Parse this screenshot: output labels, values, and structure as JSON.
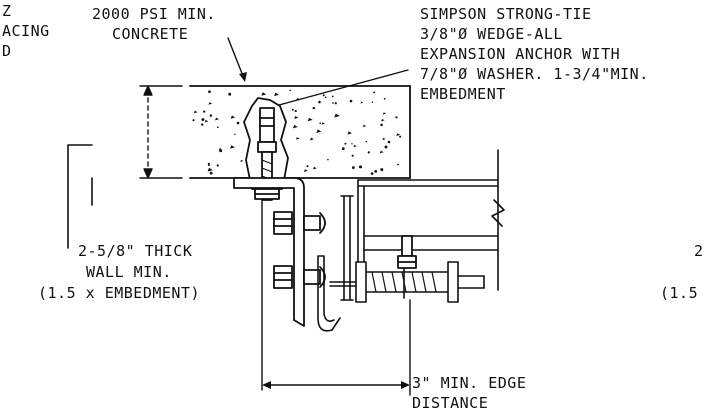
{
  "labels": {
    "left_top": [
      "Z",
      "ACING",
      "D"
    ],
    "concrete": [
      "2000 PSI MIN.",
      "CONCRETE"
    ],
    "anchor": [
      "SIMPSON STRONG-TIE",
      "3/8\"Ø WEDGE-ALL",
      "EXPANSION ANCHOR WITH",
      "7/8\"Ø WASHER. 1-3/4\"MIN.",
      "EMBEDMENT"
    ],
    "wall": [
      "2-5/8\" THICK",
      "WALL MIN.",
      "(1.5 x EMBEDMENT)"
    ],
    "right_cut": [
      "2",
      "(1.5"
    ],
    "edge": [
      "3\" MIN. EDGE",
      "DISTANCE"
    ]
  },
  "colors": {
    "line": "#111111",
    "paper": "#ffffff"
  }
}
